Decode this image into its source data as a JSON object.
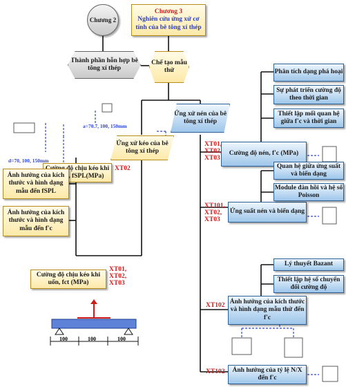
{
  "nodes": {
    "chuong2": "Chương 2",
    "chuong3_title": "Chương 3",
    "chuong3_sub": "Nghiên cứu ứng xử cơ tính của bê tông xỉ thép",
    "thanh_phan": "Thành phần hỗn hợp bê tông xỉ thép",
    "che_tao": "Chế tạo mẫu thử",
    "ung_xu_nen": "Ứng xử nén của bê tông xỉ thép",
    "ung_xu_keo": "Ứng xử kéo của bê tông xỉ thép",
    "cuong_do_nen": "Cường độ nén, f'c (MPa)",
    "ung_suat_nen": "Ứng suất nén và biến dạng",
    "anh_huong_kt": "Ảnh hưởng của kích thước và hình dạng mẫu thử đến f'c",
    "anh_huong_nx": "Ảnh hưởng của tỷ lệ N/X đến f'c",
    "phan_tich": "Phân tích dạng phá hoại",
    "phat_trien": "Sự phát triển cường độ theo thời gian",
    "thiet_lap_moi": "Thiết lập mối quan hệ giữa f'c và thời gian",
    "quan_he": "Quan hệ giữa ứng suất và biến dạng",
    "module": "Module đàn hồi và hệ số Poisson",
    "ly_thuyet": "Lý thuyết Bazant",
    "thiet_lap_he_so": "Thiết lập hệ số chuyển đổi cường độ",
    "keo_ep_che": "Cường độ chịu kéo khi ép chẻ, fSPL(MPa)",
    "ah_spl": "Ảnh hưởng của kích thước và hình dạng mẫu đến fSPL",
    "ah_fc": "Ảnh hưởng của kích thước và hình dạng mẫu đến f'c",
    "keo_uon": "Cường độ chịu kéo khi uốn, fct (MPa)"
  },
  "tags": {
    "xt_nen": [
      "XT01,",
      "XT02,",
      "XT03"
    ],
    "xt_ung_suat": [
      "XT101,",
      "XT02,",
      "XT03"
    ],
    "xt_kt": "XT102",
    "xt_nx": "XT102",
    "xt_keo": "XT02",
    "xt_uon": [
      "XT01,",
      "XT02,",
      "XT03"
    ]
  },
  "notes": {
    "a": "a=70.7, 100, 150mm",
    "d": "d=70, 100, 150mm"
  },
  "beam_spans": [
    "100",
    "100",
    "100"
  ],
  "colors": {
    "blue": "#2c5f93",
    "yellow": "#b88a1a",
    "red": "#d11a1a",
    "dash_blue": "#2e45d6"
  }
}
